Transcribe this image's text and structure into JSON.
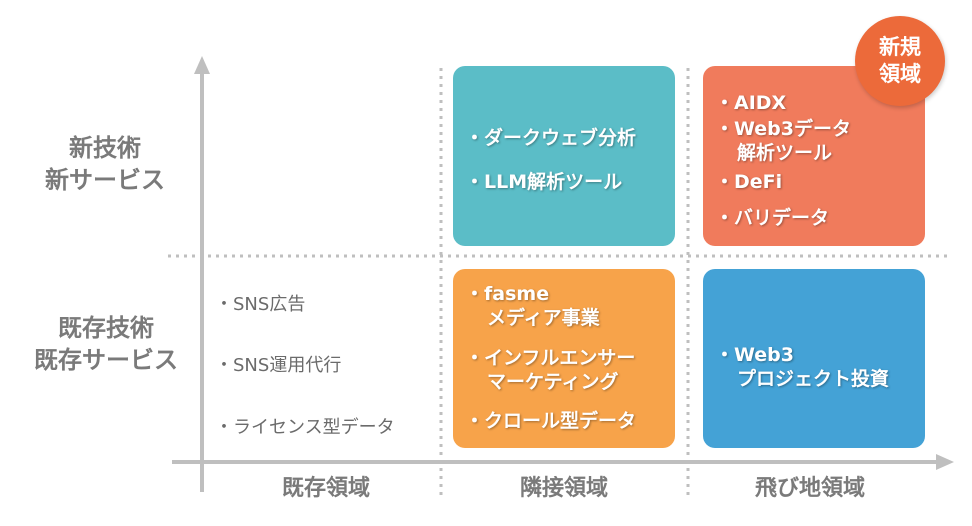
{
  "rows": {
    "top": {
      "line1": "新技術",
      "line2": "新サービス"
    },
    "bottom": {
      "line1": "既存技術",
      "line2": "既存サービス"
    }
  },
  "columns": {
    "existing": "既存領域",
    "adjacent": "隣接領域",
    "leap": "飛び地領域"
  },
  "existing_items": [
    "・SNS広告",
    "・SNS運用代行",
    "・ライセンス型データ"
  ],
  "boxes": {
    "new_adjacent": {
      "color": "#5bbdc7",
      "items": [
        "・ダークウェブ分析",
        "・LLM解析ツール"
      ]
    },
    "new_leap": {
      "color": "#f07b5c",
      "items": [
        {
          "l1": "・AIDX"
        },
        {
          "l1": "・Web3データ",
          "l2": "解析ツール"
        },
        {
          "l1": "・DeFi"
        },
        {
          "l1": "・バリデータ"
        }
      ]
    },
    "existing_adjacent": {
      "color": "#f7a34a",
      "items": [
        {
          "l1": "・fasme",
          "l2": "メディア事業"
        },
        {
          "l1": "・インフルエンサー",
          "l2": "マーケティング"
        },
        {
          "l1": "・クロール型データ"
        }
      ]
    },
    "existing_leap": {
      "color": "#44a2d6",
      "items": [
        {
          "l1": "・Web3",
          "l2": "プロジェクト投資"
        }
      ]
    }
  },
  "badge": {
    "line1": "新規",
    "line2": "領域",
    "color": "#ec6a3a"
  }
}
